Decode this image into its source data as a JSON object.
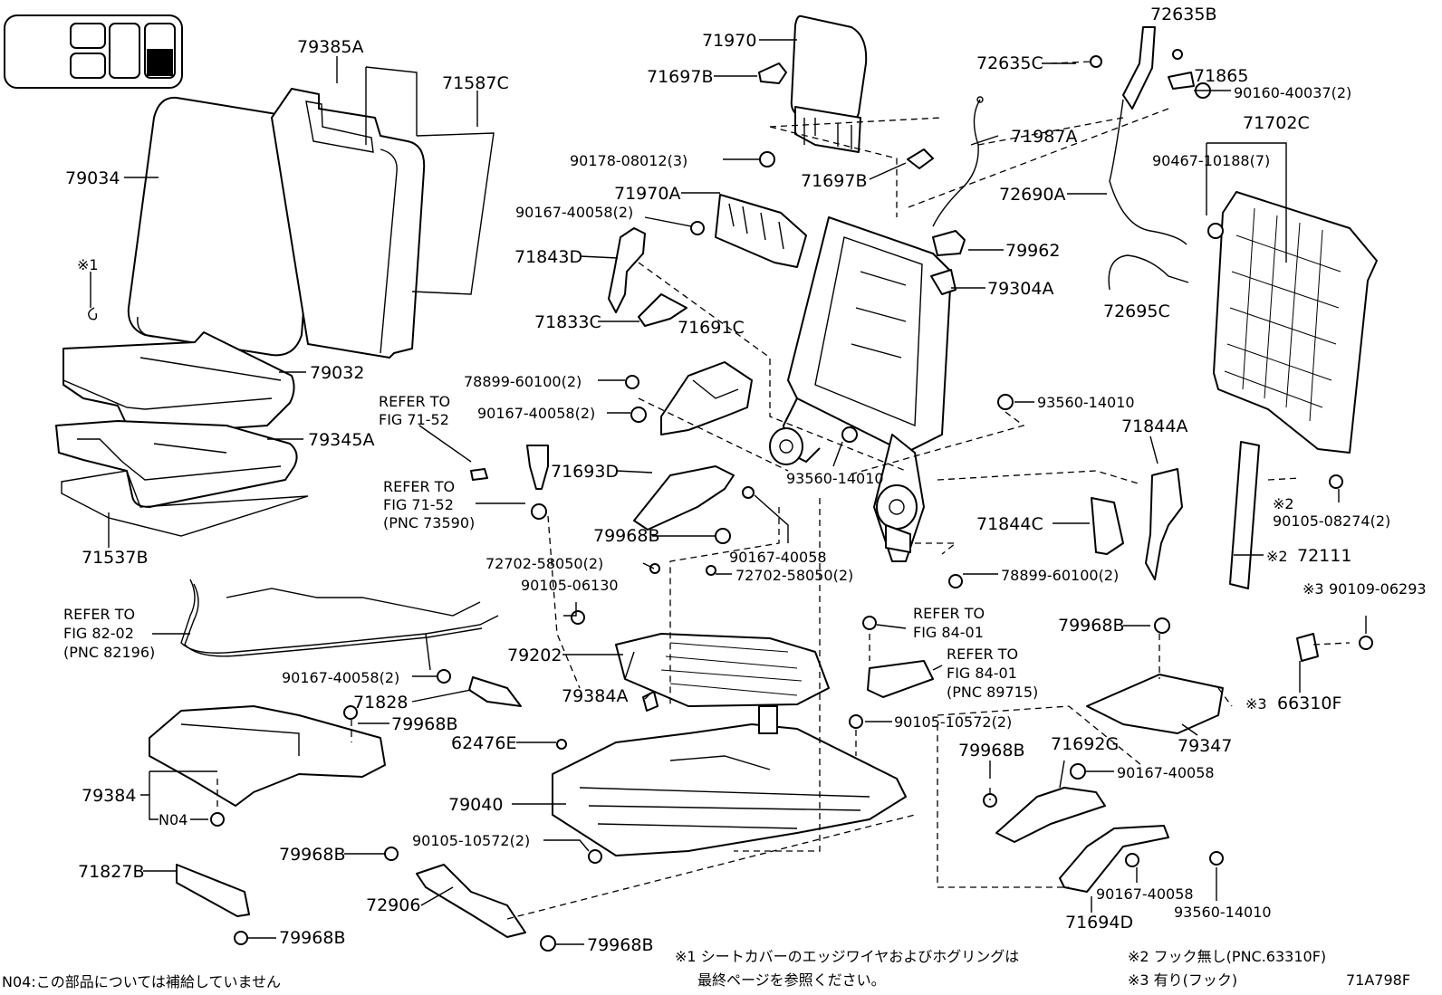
{
  "diagram_code": "71A798F",
  "part_labels": {
    "p79385A": "79385A",
    "p71587C": "71587C",
    "p79034": "79034",
    "p79032": "79032",
    "p79345A": "79345A",
    "p71537B": "71537B",
    "p71970": "71970",
    "p71697B_1": "71697B",
    "p71697B_2": "71697B",
    "p90178": "90178-08012(3)",
    "p71970A": "71970A",
    "p90167_a": "90167-40058(2)",
    "p71843D": "71843D",
    "p71833C": "71833C",
    "p71691C": "71691C",
    "p78899_a": "78899-60100(2)",
    "p90167_b": "90167-40058(2)",
    "p71987A": "71987A",
    "p79962": "79962",
    "p79304A": "79304A",
    "p72635B": "72635B",
    "p72635C": "72635C",
    "p71865": "71865",
    "p90160": "90160-40037(2)",
    "p71702C": "71702C",
    "p90467": "90467-10188(7)",
    "p72690A": "72690A",
    "p72695C": "72695C",
    "p93560_a": "93560-14010",
    "p93560_b": "93560-14010",
    "p71844A": "71844A",
    "p71844C": "71844C",
    "p72111": "72111",
    "p90105_08274": "90105-08274(2)",
    "p78899_b": "78899-60100(2)",
    "p71693D": "71693D",
    "p79968B_1": "79968B",
    "p90167_c": "90167-40058",
    "p72702_a": "72702-58050(2)",
    "p72702_b": "72702-58050(2)",
    "p90105_06130": "90105-06130",
    "p79202": "79202",
    "p79384A": "79384A",
    "p71828": "71828",
    "p90167_d": "90167-40058(2)",
    "p79968B_2": "79968B",
    "p62476E": "62476E",
    "p79040": "79040",
    "p90105_10572_a": "90105-10572(2)",
    "p90105_10572_b": "90105-10572(2)",
    "p79384": "79384",
    "pN04": "N04",
    "p71827B": "71827B",
    "p79968B_3": "79968B",
    "p79968B_4": "79968B",
    "p72906": "72906",
    "p79968B_5": "79968B",
    "p79968B_6": "79968B",
    "p79968B_7": "79968B",
    "p71692G": "71692G",
    "p90167_e": "90167-40058",
    "p90167_f": "90167-40058",
    "p93560_c": "93560-14010",
    "p71694D": "71694D",
    "p79347": "79347",
    "p90109": "90109-06293",
    "p66310F": "66310F",
    "mark1": "※1",
    "mark2_a": "※2",
    "mark2_b": "※2",
    "mark3_a": "※3",
    "mark3_b": "※3"
  },
  "refer_notes": {
    "r1_l1": "REFER TO",
    "r1_l2": "FIG 71-52",
    "r2_l1": "REFER TO",
    "r2_l2": "FIG 71-52",
    "r2_l3": "(PNC 73590)",
    "r3_l1": "REFER TO",
    "r3_l2": "FIG 82-02",
    "r3_l3": "(PNC 82196)",
    "r4_l1": "REFER TO",
    "r4_l2": "FIG 84-01",
    "r5_l1": "REFER TO",
    "r5_l2": "FIG 84-01",
    "r5_l3": "(PNC 89715)"
  },
  "footnotes": {
    "n04": "N04:この部品については補給していません",
    "note1_l1": "※1 シートカバーのエッジワイヤおよびホグリングは",
    "note1_l2": "最終ページを参照ください。",
    "note2": "※2 フック無し(PNC.63310F)",
    "note3": "※3 有り(フック)"
  },
  "seat_position_icon": "seat-position-indicator-icon"
}
